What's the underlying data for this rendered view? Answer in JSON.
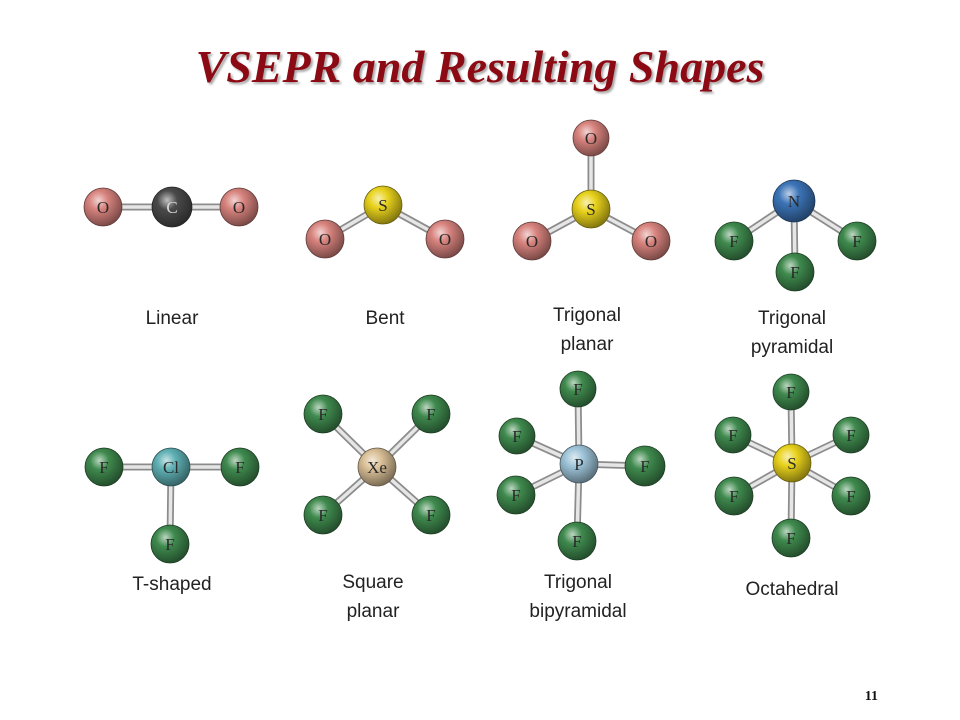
{
  "title": "VSEPR and Resulting Shapes",
  "page_number": "11",
  "colors": {
    "title": "#8b0a13",
    "O": "#d8837e",
    "C": "#4a4a4a",
    "S": "#e8d21c",
    "N": "#3c74b8",
    "F": "#3f8a4e",
    "Cl": "#5fb0b4",
    "Xe": "#d9bf96",
    "P": "#9ec4d8",
    "bond": "#c9c9c9"
  },
  "molecules": [
    {
      "key": "linear",
      "label_lines": [
        "Linear"
      ],
      "atoms": [
        {
          "el": "O",
          "label": "O",
          "center": false
        },
        {
          "el": "C",
          "label": "C",
          "center": true
        },
        {
          "el": "O",
          "label": "O",
          "center": false
        }
      ]
    },
    {
      "key": "bent",
      "label_lines": [
        "Bent"
      ],
      "atoms": [
        {
          "el": "S",
          "label": "S",
          "center": true
        },
        {
          "el": "O",
          "label": "O",
          "center": false
        },
        {
          "el": "O",
          "label": "O",
          "center": false
        }
      ]
    },
    {
      "key": "trigonal-planar",
      "label_lines": [
        "Trigonal",
        "planar"
      ],
      "atoms": [
        {
          "el": "S",
          "label": "S",
          "center": true
        },
        {
          "el": "O",
          "label": "O",
          "center": false
        },
        {
          "el": "O",
          "label": "O",
          "center": false
        },
        {
          "el": "O",
          "label": "O",
          "center": false
        }
      ]
    },
    {
      "key": "trigonal-pyramidal",
      "label_lines": [
        "Trigonal",
        "pyramidal"
      ],
      "atoms": [
        {
          "el": "N",
          "label": "N",
          "center": true
        },
        {
          "el": "F",
          "label": "F",
          "center": false
        },
        {
          "el": "F",
          "label": "F",
          "center": false
        },
        {
          "el": "F",
          "label": "F",
          "center": false
        }
      ]
    },
    {
      "key": "t-shaped",
      "label_lines": [
        "T-shaped"
      ],
      "atoms": [
        {
          "el": "Cl",
          "label": "Cl",
          "center": true
        },
        {
          "el": "F",
          "label": "F",
          "center": false
        },
        {
          "el": "F",
          "label": "F",
          "center": false
        },
        {
          "el": "F",
          "label": "F",
          "center": false
        }
      ]
    },
    {
      "key": "square-planar",
      "label_lines": [
        "Square",
        "planar"
      ],
      "atoms": [
        {
          "el": "Xe",
          "label": "Xe",
          "center": true
        },
        {
          "el": "F",
          "label": "F",
          "center": false
        },
        {
          "el": "F",
          "label": "F",
          "center": false
        },
        {
          "el": "F",
          "label": "F",
          "center": false
        },
        {
          "el": "F",
          "label": "F",
          "center": false
        }
      ]
    },
    {
      "key": "trigonal-bipyramidal",
      "label_lines": [
        "Trigonal",
        "bipyramidal"
      ],
      "atoms": [
        {
          "el": "P",
          "label": "P",
          "center": true
        },
        {
          "el": "F",
          "label": "F",
          "center": false
        },
        {
          "el": "F",
          "label": "F",
          "center": false
        },
        {
          "el": "F",
          "label": "F",
          "center": false
        },
        {
          "el": "F",
          "label": "F",
          "center": false
        },
        {
          "el": "F",
          "label": "F",
          "center": false
        }
      ]
    },
    {
      "key": "octahedral",
      "label_lines": [
        "Octahedral"
      ],
      "atoms": [
        {
          "el": "S",
          "label": "S",
          "center": true
        },
        {
          "el": "F",
          "label": "F",
          "center": false
        },
        {
          "el": "F",
          "label": "F",
          "center": false
        },
        {
          "el": "F",
          "label": "F",
          "center": false
        },
        {
          "el": "F",
          "label": "F",
          "center": false
        },
        {
          "el": "F",
          "label": "F",
          "center": false
        },
        {
          "el": "F",
          "label": "F",
          "center": false
        }
      ]
    }
  ]
}
